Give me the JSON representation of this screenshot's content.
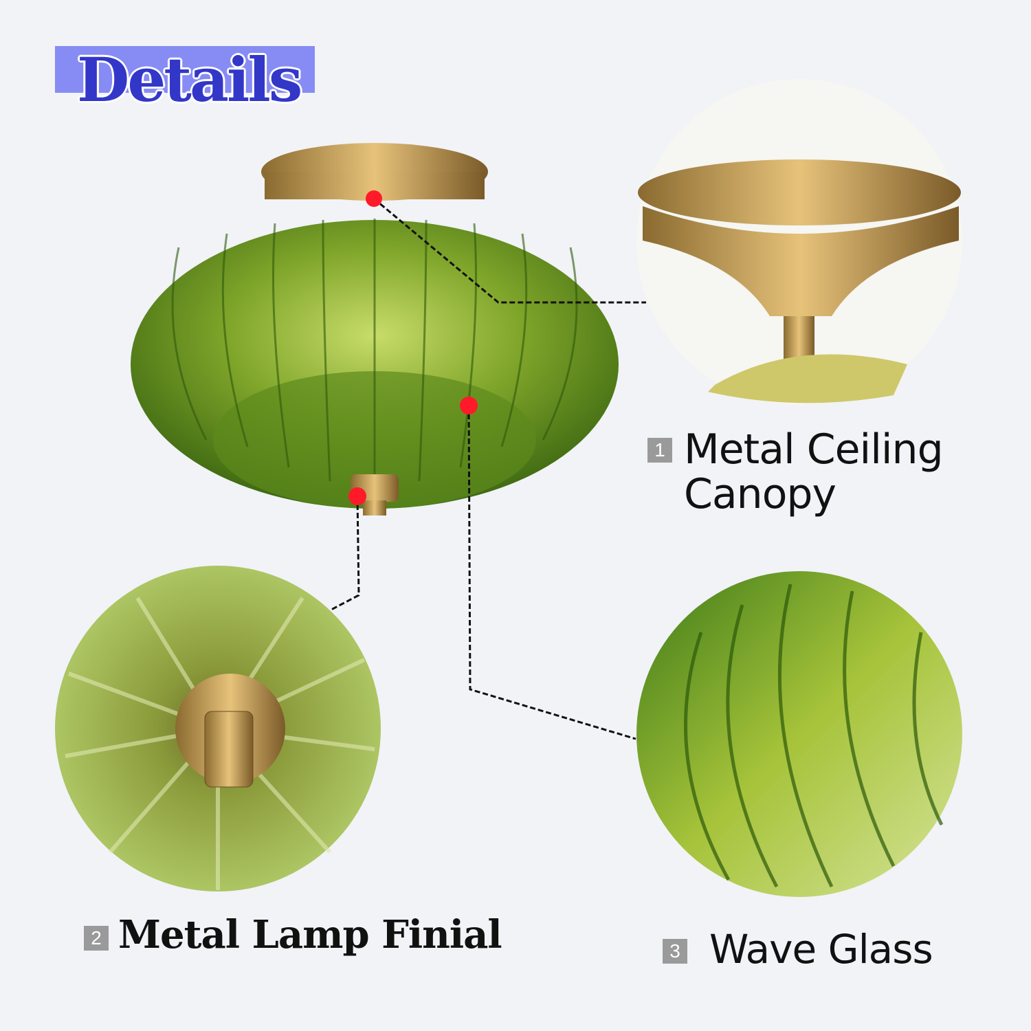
{
  "header": {
    "title": "Details"
  },
  "features": [
    {
      "number": "1",
      "label_line1": "Metal Ceiling",
      "label_line2": "Canopy"
    },
    {
      "number": "2",
      "label": "Metal Lamp Finial"
    },
    {
      "number": "3",
      "label": "Wave Glass"
    }
  ],
  "colors": {
    "background": "#f1f3f7",
    "title_bar": "#878cf4",
    "title_text": "#3337c8",
    "marker": "#ff1a2a",
    "glass": "#6f9a1e",
    "brass": "#b08a4a"
  }
}
